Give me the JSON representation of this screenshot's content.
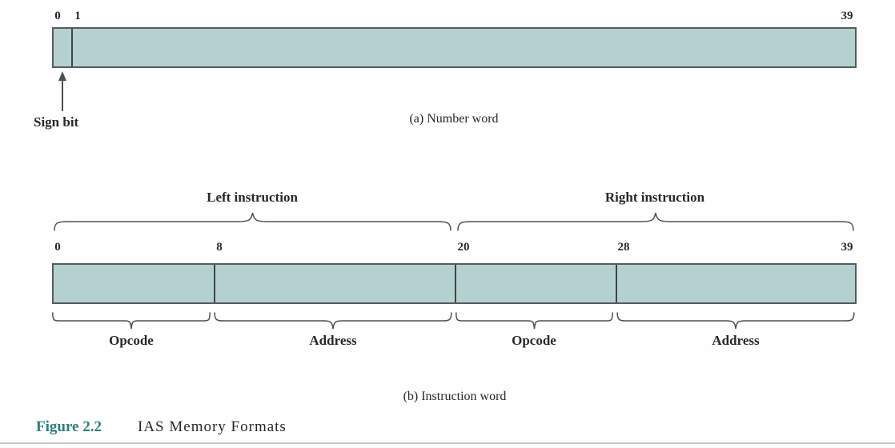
{
  "part_a": {
    "ticks": [
      "0",
      "1",
      "39"
    ],
    "sign_bit_label": "Sign bit",
    "caption": "(a) Number word"
  },
  "part_b": {
    "group_labels": [
      "Left instruction",
      "Right instruction"
    ],
    "ticks": [
      "0",
      "8",
      "20",
      "28",
      "39"
    ],
    "field_labels": [
      "Opcode",
      "Address",
      "Opcode",
      "Address"
    ],
    "caption": "(b) Instruction word"
  },
  "figure_caption": {
    "label": "Figure 2.2",
    "title": "IAS Memory Formats"
  },
  "colors": {
    "bar_fill": "#b5d1cf",
    "bar_border": "#565b5e",
    "divider": "#3f4447",
    "line": "#4b5054",
    "text": "#26282c",
    "accent_teal": "#2c7e7b",
    "rule": "#c6c9c9"
  }
}
